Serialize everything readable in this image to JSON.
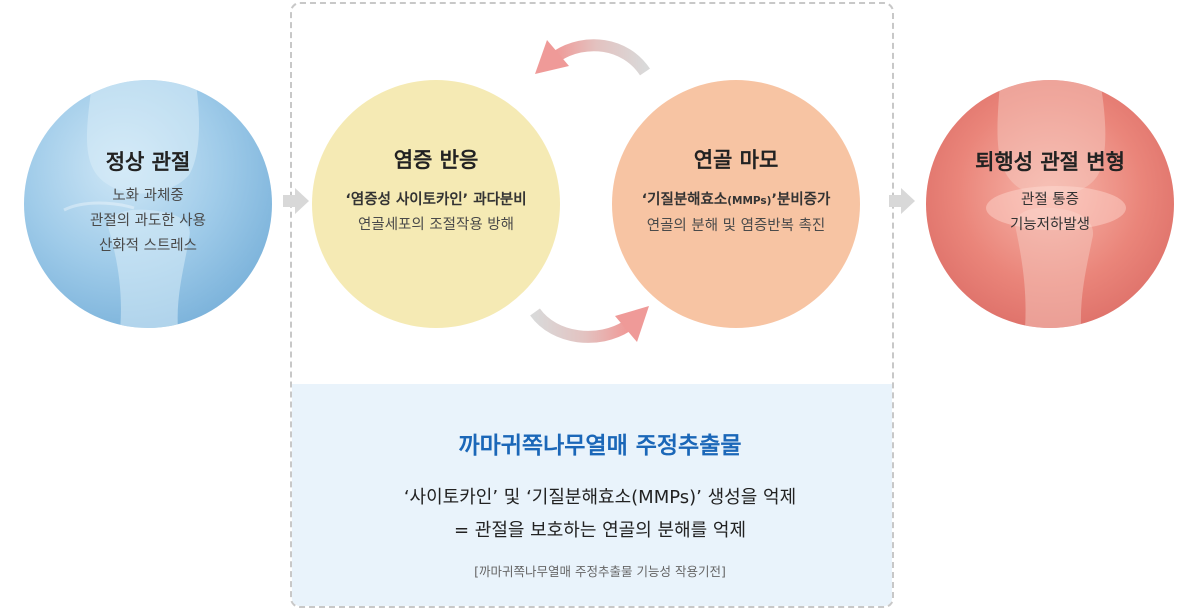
{
  "circles": {
    "normal": {
      "title": "정상 관절",
      "lines": [
        "노화 과체중",
        "관절의 과도한 사용",
        "산화적 스트레스"
      ]
    },
    "inflammation": {
      "title": "염증 반응",
      "highlight": "‘염증성 사이토카인’ 과다분비",
      "line": "연골세포의 조절작용 방해"
    },
    "cartilage": {
      "title": "연골 마모",
      "highlight_prefix": "‘기질분해효소",
      "highlight_small": "(MMPs)",
      "highlight_suffix": "’분비증가",
      "line": "연골의 분해 및 염증반복 촉진"
    },
    "deformation": {
      "title": "퇴행성 관절 변형",
      "lines": [
        "관절 통증",
        "기능저하발생"
      ]
    }
  },
  "panel": {
    "title": "까마귀쪽나무열매 주정추출물",
    "line1": "‘사이토카인’ 및 ‘기질분해효소(MMPs)’ 생성을 억제",
    "line2": "= 관절을 보호하는 연골의 분해를 억제",
    "note": "[까마귀쪽나무열매 주정추출물 기능성 작용기전]"
  },
  "colors": {
    "panel_title": "#1b67b8",
    "normal_circle": "#8fc0e2",
    "inflammation_circle": "#f5eab4",
    "cartilage_circle": "#f7c4a3",
    "deformation_circle": "#e57b72",
    "cycle_arrow_tip": "#ef9a98",
    "cycle_arrow_body": "#d9d9d9"
  },
  "icons": [
    "arrow-right-icon",
    "cycle-arrow-top-icon",
    "cycle-arrow-bottom-icon"
  ]
}
